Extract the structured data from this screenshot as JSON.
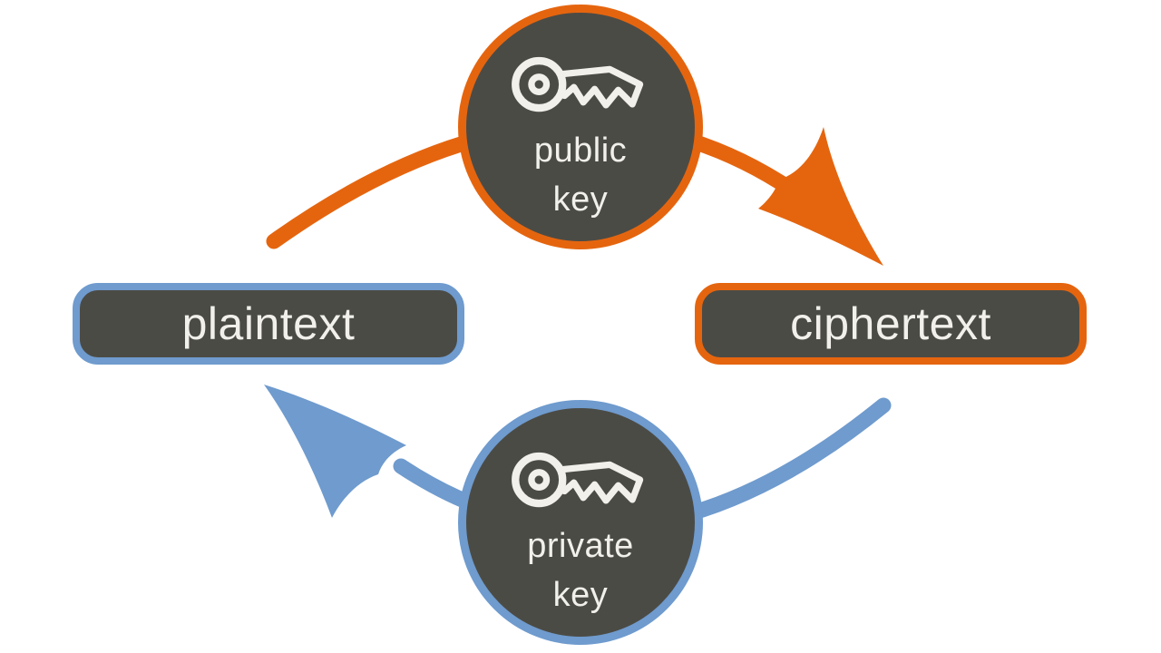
{
  "diagram": {
    "background_color": "#FFFFFF",
    "colors": {
      "accent_orange": "#E5650F",
      "accent_blue": "#6F9BCE",
      "node_fill": "#4B4B45",
      "label_text": "#F1F0EA"
    },
    "nodes": {
      "plaintext": {
        "label": "plaintext",
        "shape": "rounded-rect",
        "border_color": "#6F9BCE"
      },
      "ciphertext": {
        "label": "ciphertext",
        "shape": "rounded-rect",
        "border_color": "#E5650F"
      },
      "public_key": {
        "label": "public\nkey",
        "shape": "circle",
        "border_color": "#E5650F",
        "icon": "key-icon"
      },
      "private_key": {
        "label": "private\nkey",
        "shape": "circle",
        "border_color": "#6F9BCE",
        "icon": "key-icon"
      }
    },
    "edges": [
      {
        "name": "encrypt-arrow",
        "from": "plaintext",
        "through": "public key",
        "to": "ciphertext",
        "color": "#E5650F",
        "position": "top arc"
      },
      {
        "name": "decrypt-arrow",
        "from": "ciphertext",
        "through": "private key",
        "to": "plaintext",
        "color": "#6F9BCE",
        "position": "bottom arc"
      }
    ]
  }
}
